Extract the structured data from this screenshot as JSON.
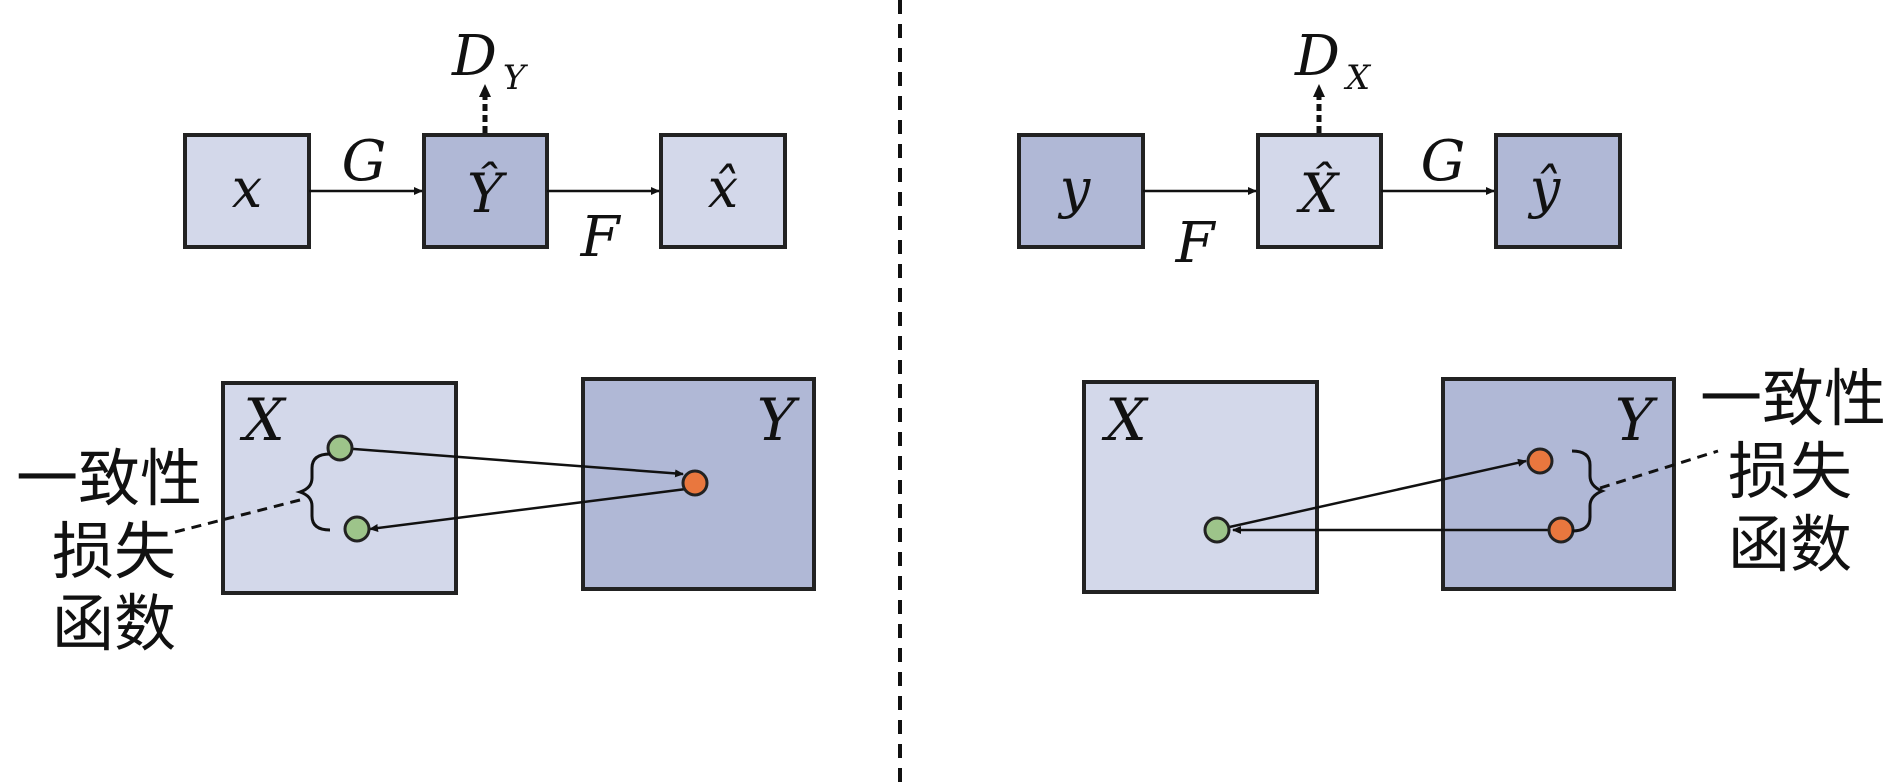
{
  "left_panel": {
    "box_x": "x",
    "box_yhat": "Ŷ",
    "box_xhat": "x̂",
    "arrow_g": "G",
    "arrow_f": "F",
    "disc_main": "D",
    "disc_sub": "Y",
    "domain_x": "X",
    "domain_y": "Y",
    "loss_line1": "一致性",
    "loss_line2": "损失",
    "loss_line3": "函数"
  },
  "right_panel": {
    "box_y": "y",
    "box_xhat": "X̂",
    "box_yhat": "ŷ",
    "arrow_f": "F",
    "arrow_g": "G",
    "disc_main": "D",
    "disc_sub": "X",
    "domain_x": "X",
    "domain_y": "Y",
    "loss_line1": "一致性",
    "loss_line2": "损失",
    "loss_line3": "函数"
  },
  "colors": {
    "light_box": "#d3d8ea",
    "dark_box": "#b0b8d6",
    "green_point": "#9dc48a",
    "orange_point": "#e9773e"
  }
}
